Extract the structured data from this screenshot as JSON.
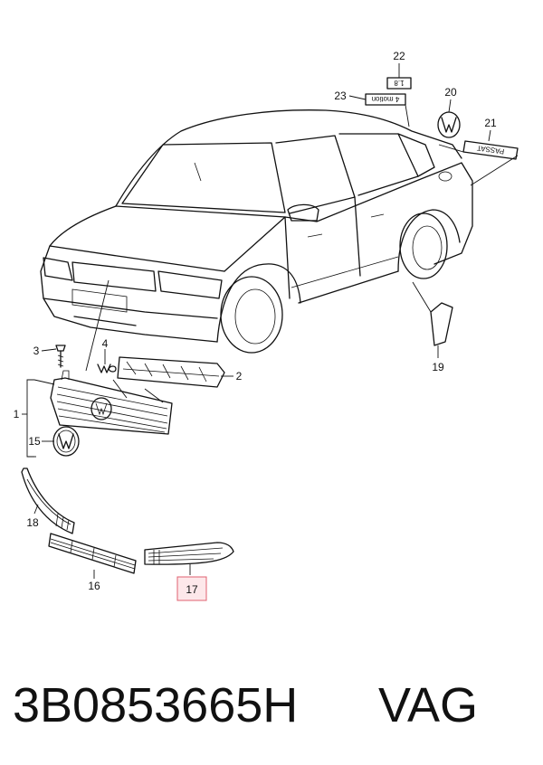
{
  "callouts": {
    "c1": "1",
    "c2": "2",
    "c3": "3",
    "c4": "4",
    "c15": "15",
    "c16": "16",
    "c17": "17",
    "c18": "18",
    "c19": "19",
    "c20": "20",
    "c21": "21",
    "c22": "22",
    "c23": "23"
  },
  "badges": {
    "model_name": "PASSAT",
    "motion": "4 motion",
    "engine": "1.8"
  },
  "highlight_color": "#e06070",
  "footer": {
    "part_number": "3B0853665H",
    "brand": "VAG"
  }
}
